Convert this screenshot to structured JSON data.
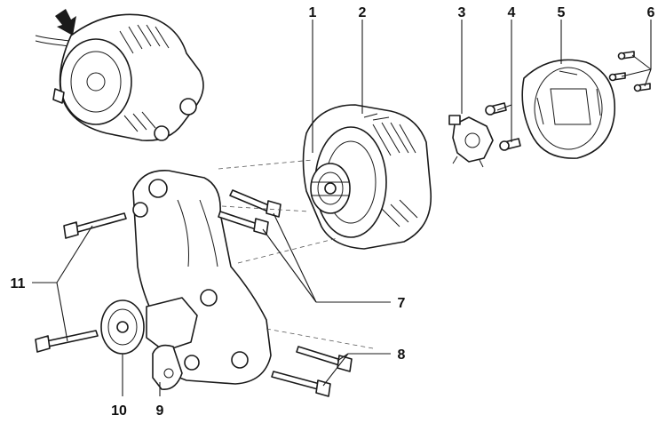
{
  "callouts": [
    {
      "id": "1",
      "label": "1"
    },
    {
      "id": "2",
      "label": "2"
    },
    {
      "id": "3",
      "label": "3"
    },
    {
      "id": "4",
      "label": "4"
    },
    {
      "id": "5",
      "label": "5"
    },
    {
      "id": "6",
      "label": "6"
    },
    {
      "id": "7",
      "label": "7"
    },
    {
      "id": "8",
      "label": "8"
    },
    {
      "id": "9",
      "label": "9"
    },
    {
      "id": "10",
      "label": "10"
    },
    {
      "id": "11",
      "label": "11"
    }
  ],
  "colors": {
    "line": "#1a1a1a",
    "background": "#ffffff"
  },
  "icons": [
    "arrow-down-icon"
  ]
}
